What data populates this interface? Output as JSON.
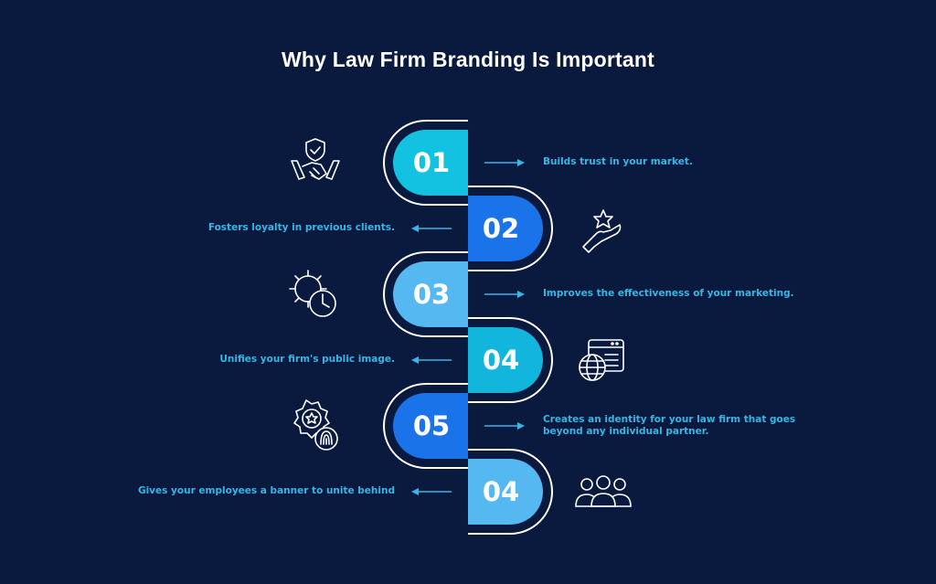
{
  "title": "Why Law Firm Branding Is Important",
  "steps": [
    {
      "number": "01",
      "text": "Builds trust in your market.",
      "side": "right",
      "color": "#12c2e0",
      "icon": "handshake-shield-icon"
    },
    {
      "number": "02",
      "text": "Fosters loyalty in previous clients.",
      "side": "left",
      "color": "#1a73e8",
      "icon": "hand-star-icon"
    },
    {
      "number": "03",
      "text": "Improves the effectiveness of your marketing.",
      "side": "right",
      "color": "#56b8f0",
      "icon": "gear-clock-icon"
    },
    {
      "number": "04",
      "text": "Unifies your firm's public image.",
      "side": "left",
      "color": "#12b6dc",
      "icon": "web-globe-icon"
    },
    {
      "number": "05",
      "text": "Creates an identity for your law firm that goes beyond any individual partner.",
      "side": "right",
      "color": "#1a73e8",
      "icon": "badge-fingerprint-icon"
    },
    {
      "number": "04",
      "text": "Gives your employees a banner to unite behind",
      "side": "left",
      "color": "#56b8f0",
      "icon": "people-group-icon"
    }
  ],
  "colors": {
    "background": "#0a1a3e",
    "text_accent": "#35b6e6",
    "arrow": "#35b6e6",
    "icon_stroke": "#ffffff"
  }
}
